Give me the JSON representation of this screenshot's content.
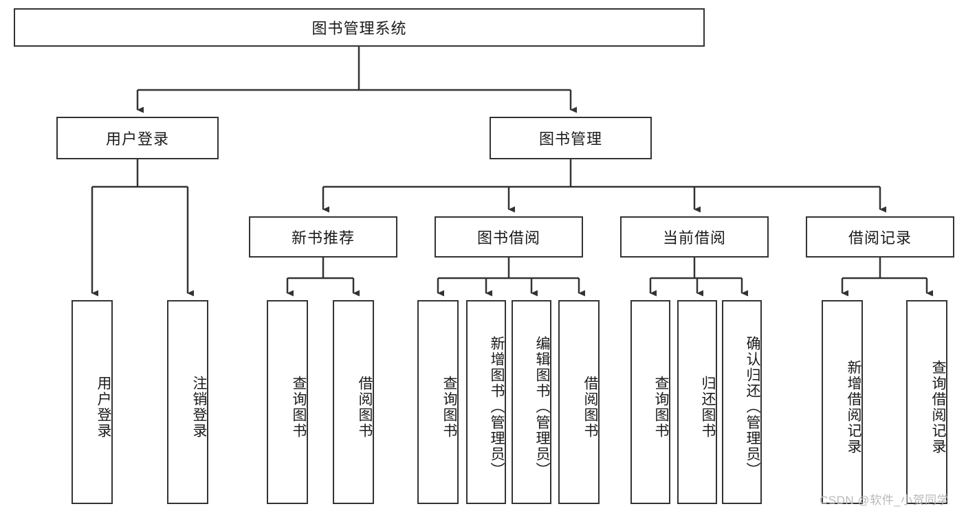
{
  "diagram": {
    "title": "图书管理系统",
    "type": "tree-hierarchy",
    "watermark": "CSDN @软件_小贺同学",
    "colors": {
      "border": "#333333",
      "background": "#ffffff",
      "text": "#1a1a1a",
      "watermark": "#b8b8b8"
    },
    "levels": {
      "root": {
        "label": "图书管理系统"
      },
      "level2": [
        {
          "label": "用户登录"
        },
        {
          "label": "图书管理"
        }
      ],
      "level3": [
        {
          "label": "新书推荐"
        },
        {
          "label": "图书借阅"
        },
        {
          "label": "当前借阅"
        },
        {
          "label": "借阅记录"
        }
      ],
      "leaves": {
        "user_login": [
          {
            "label": "用户登录"
          },
          {
            "label": "注销登录"
          }
        ],
        "new_book_recommend": [
          {
            "label": "查询图书"
          },
          {
            "label": "借阅图书"
          }
        ],
        "book_borrow": [
          {
            "label": "查询图书"
          },
          {
            "label": "新增图书（管理员）"
          },
          {
            "label": "编辑图书（管理员）"
          },
          {
            "label": "借阅图书"
          }
        ],
        "current_borrow": [
          {
            "label": "查询图书"
          },
          {
            "label": "归还图书"
          },
          {
            "label": "确认归还（管理员）"
          }
        ],
        "borrow_record": [
          {
            "label": "新增借阅记录"
          },
          {
            "label": "查询借阅记录"
          }
        ]
      }
    }
  }
}
